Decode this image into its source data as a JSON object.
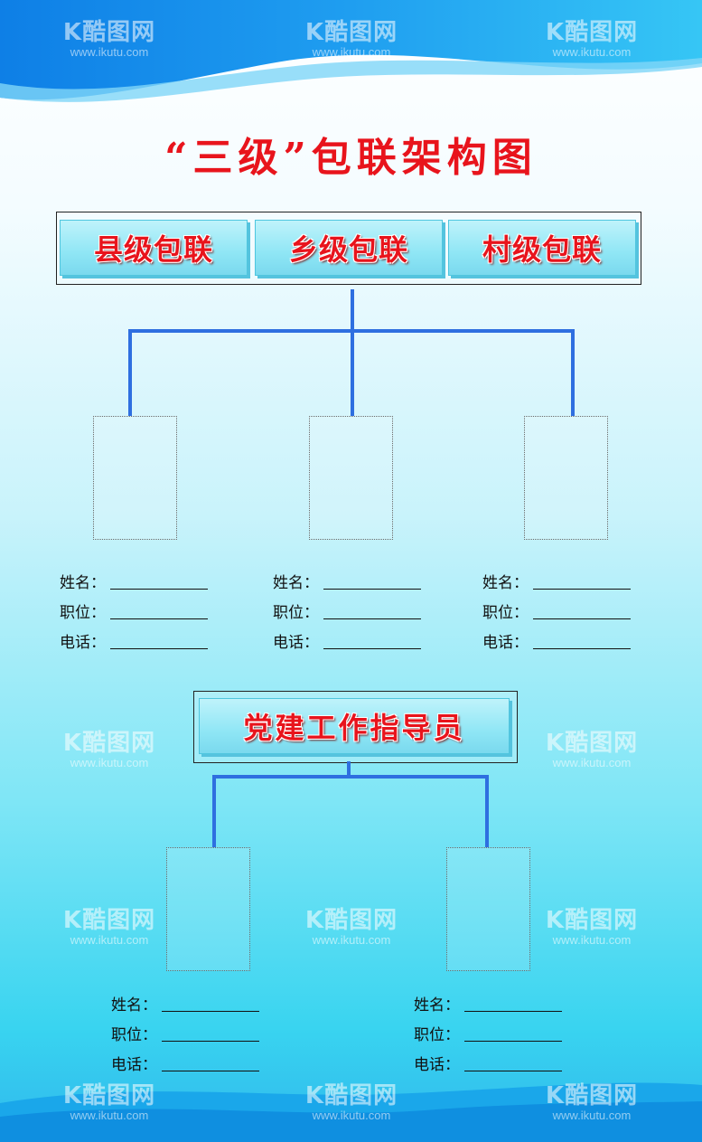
{
  "title": "“三级”包联架构图",
  "top_tabs": [
    "县级包联",
    "乡级包联",
    "村级包联"
  ],
  "mid_tab": "党建工作指导员",
  "fields": [
    "姓名：",
    "职位：",
    "电话："
  ],
  "watermark": {
    "logo": "K酷图网",
    "url": "www.ikutu.com"
  },
  "colors": {
    "title": "#e8141c",
    "connector": "#2e6fe0",
    "tab_fill": "#8fe6f5"
  }
}
